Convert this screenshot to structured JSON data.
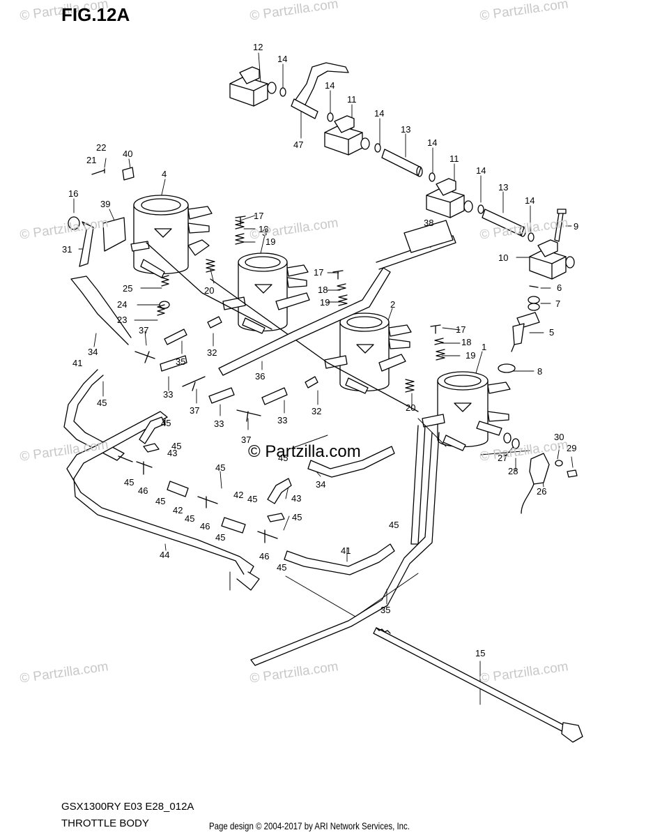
{
  "figure": {
    "title": "FIG.12A",
    "model": "GSX1300RY E03 E28_012A",
    "section": "THROTTLE BODY",
    "credit": "Page design © 2004-2017 by ARI Network Services, Inc.",
    "watermark_center": "© Partzilla.com",
    "watermark_faint": "© Partzilla.com"
  },
  "callouts": [
    "1",
    "2",
    "3",
    "4",
    "5",
    "6",
    "7",
    "8",
    "9",
    "10",
    "11",
    "11",
    "12",
    "13",
    "13",
    "14",
    "14",
    "14",
    "14",
    "14",
    "14",
    "14",
    "15",
    "16",
    "17",
    "17",
    "17",
    "17",
    "18",
    "18",
    "18",
    "18",
    "19",
    "19",
    "19",
    "19",
    "20",
    "20",
    "21",
    "22",
    "23",
    "24",
    "25",
    "26",
    "27",
    "28",
    "29",
    "30",
    "31",
    "32",
    "32",
    "33",
    "33",
    "33",
    "33",
    "34",
    "34",
    "35",
    "35",
    "36",
    "37",
    "37",
    "37",
    "37",
    "38",
    "39",
    "40",
    "41",
    "41",
    "42",
    "42",
    "43",
    "43",
    "44",
    "45",
    "45",
    "45",
    "45",
    "45",
    "45",
    "45",
    "45",
    "45",
    "45",
    "45",
    "45",
    "45",
    "46",
    "46",
    "46",
    "47"
  ]
}
